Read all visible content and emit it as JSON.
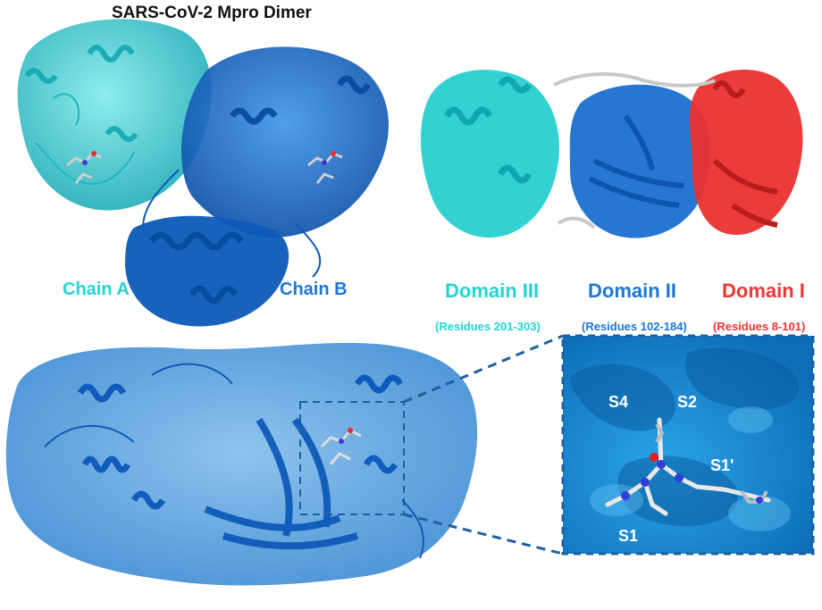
{
  "figure": {
    "title": "SARS-CoV-2 Mpro Dimer",
    "chain_labels": {
      "chain_a": "Chain A",
      "chain_b": "Chain B"
    },
    "domains": [
      {
        "name": "Domain III",
        "residues": "(Residues 201-303)",
        "color": "#22d4d4"
      },
      {
        "name": "Domain II",
        "residues": "(Residues 102-184)",
        "color": "#1a77d8"
      },
      {
        "name": "Domain I",
        "residues": "(Residues 8-101)",
        "color": "#ef3434"
      }
    ],
    "pocket_labels": {
      "s4": "S4",
      "s2": "S2",
      "s1prime": "S1'",
      "s1": "S1"
    }
  },
  "colors": {
    "chain_a": "#22cdcd",
    "chain_b": "#0f64c8",
    "domain_iii": "#22d4d4",
    "domain_ii": "#1a77d8",
    "domain_i": "#ef3434",
    "surface": "#3a8fd6",
    "inset_surface": "#1f8fd8",
    "dash_line": "#1f5fa0"
  }
}
